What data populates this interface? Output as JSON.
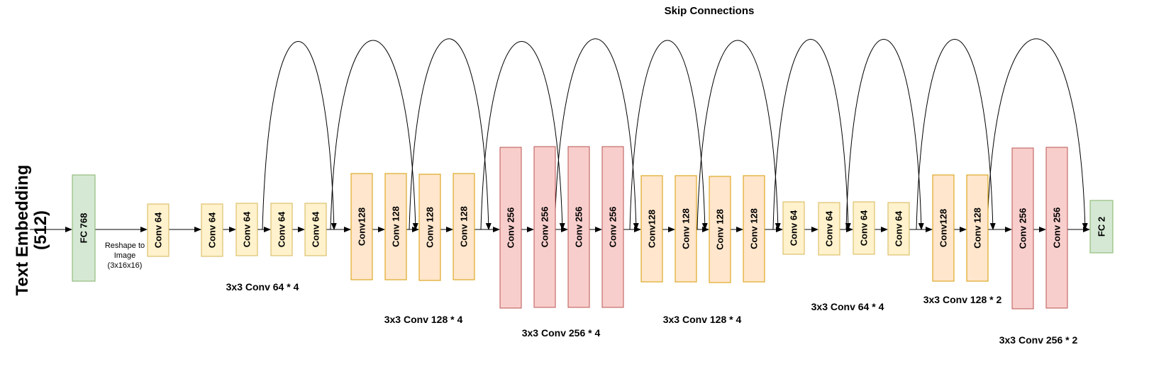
{
  "title": "Skip Connections",
  "input_label": "Text Embedding\n(512)",
  "input_label_line1": "Text Embedding",
  "input_label_line2": "(512)",
  "reshape_label_lines": [
    "Reshape to",
    "Image",
    "(3x16x16)"
  ],
  "colors": {
    "fc_fill": "#d5e8d4",
    "fc_stroke": "#82b366",
    "conv64_fill": "#fff2cc",
    "conv64_stroke": "#d6b656",
    "conv128_fill": "#ffe6cc",
    "conv128_stroke": "#d79b00",
    "conv256_fill": "#f8cecc",
    "conv256_stroke": "#b85450",
    "line": "#000000"
  },
  "blocks": [
    {
      "label": "FC 768",
      "kind": "fc"
    },
    {
      "label": "Conv 64",
      "kind": "conv64"
    },
    {
      "label": "Conv 64",
      "kind": "conv64"
    },
    {
      "label": "Conv 64",
      "kind": "conv64"
    },
    {
      "label": "Conv 64",
      "kind": "conv64"
    },
    {
      "label": "Conv 64",
      "kind": "conv64"
    },
    {
      "label": "Conv128",
      "kind": "conv128"
    },
    {
      "label": "Conv 128",
      "kind": "conv128"
    },
    {
      "label": "Conv 128",
      "kind": "conv128"
    },
    {
      "label": "Conv 128",
      "kind": "conv128"
    },
    {
      "label": "Conv 256",
      "kind": "conv256"
    },
    {
      "label": "Conv 256",
      "kind": "conv256"
    },
    {
      "label": "Conv 256",
      "kind": "conv256"
    },
    {
      "label": "Conv 256",
      "kind": "conv256"
    },
    {
      "label": "Conv128",
      "kind": "conv128"
    },
    {
      "label": "Conv 128",
      "kind": "conv128"
    },
    {
      "label": "Conv 128",
      "kind": "conv128"
    },
    {
      "label": "Conv 128",
      "kind": "conv128"
    },
    {
      "label": "Conv 64",
      "kind": "conv64"
    },
    {
      "label": "Conv 64",
      "kind": "conv64"
    },
    {
      "label": "Conv 64",
      "kind": "conv64"
    },
    {
      "label": "Conv 64",
      "kind": "conv64"
    },
    {
      "label": "Conv128",
      "kind": "conv128"
    },
    {
      "label": "Conv 128",
      "kind": "conv128"
    },
    {
      "label": "Conv 256",
      "kind": "conv256"
    },
    {
      "label": "Conv 256",
      "kind": "conv256"
    },
    {
      "label": "FC 2",
      "kind": "fc"
    }
  ],
  "group_labels": [
    "3x3 Conv 64 * 4",
    "3x3 Conv 128 * 4",
    "3x3 Conv 256 * 4",
    "3x3 Conv 128 * 4",
    "3x3 Conv 64 * 4",
    "3x3 Conv 128 * 2",
    "3x3 Conv 256 * 2"
  ]
}
